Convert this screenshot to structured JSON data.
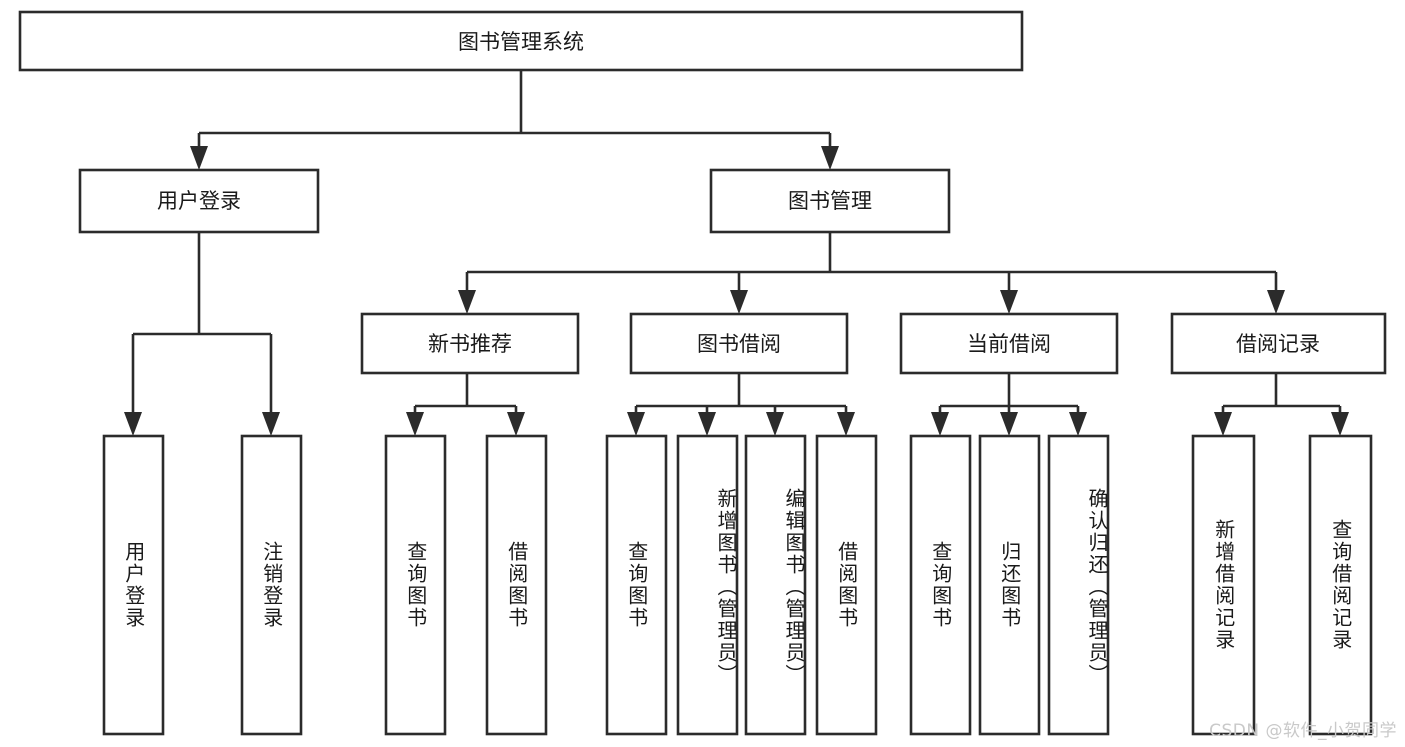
{
  "diagram": {
    "title": "图书管理系统",
    "type": "tree-hierarchy-diagram",
    "colors": {
      "box_stroke": "#2b2b2b",
      "box_fill": "#ffffff",
      "text": "#1a1a1a",
      "background": "#ffffff",
      "watermark": "#c9c9c9"
    },
    "root": {
      "label": "图书管理系统"
    },
    "level2": [
      {
        "label": "用户登录"
      },
      {
        "label": "图书管理"
      }
    ],
    "level3": [
      {
        "label": "新书推荐"
      },
      {
        "label": "图书借阅"
      },
      {
        "label": "当前借阅"
      },
      {
        "label": "借阅记录"
      }
    ],
    "leaves": {
      "user_login": [
        {
          "label": "用户登录"
        },
        {
          "label": "注销登录"
        }
      ],
      "new_book_recommend": [
        {
          "label": "查询图书"
        },
        {
          "label": "借阅图书"
        }
      ],
      "book_borrow": [
        {
          "label": "查询图书"
        },
        {
          "label": "新增图书（管理员）"
        },
        {
          "label": "编辑图书（管理员）"
        },
        {
          "label": "借阅图书"
        }
      ],
      "current_borrow": [
        {
          "label": "查询图书"
        },
        {
          "label": "归还图书"
        },
        {
          "label": "确认归还（管理员）"
        }
      ],
      "borrow_record": [
        {
          "label": "新增借阅记录"
        },
        {
          "label": "查询借阅记录"
        }
      ]
    },
    "watermark": "CSDN @软件_小贺同学"
  }
}
